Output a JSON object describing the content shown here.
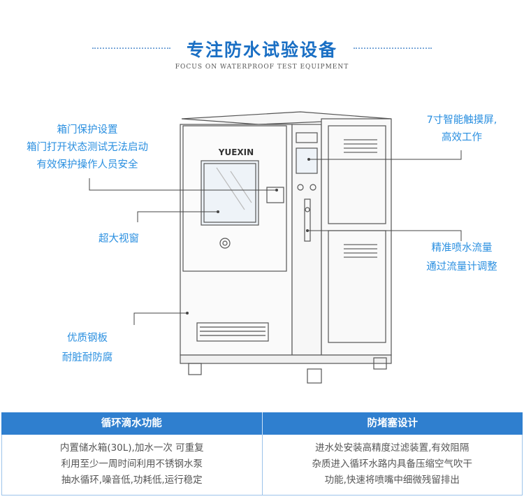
{
  "header": {
    "title": "专注防水试验设备",
    "subtitle": "FOCUS ON WATERPROOF TEST EQUIPMENT"
  },
  "machine": {
    "brand": "YUEXIN"
  },
  "callouts": {
    "door_protection": [
      "箱门保护设置",
      "箱门打开状态测试无法启动",
      "有效保护操作人员安全"
    ],
    "window": [
      "超大视窗"
    ],
    "steel": [
      "优质钢板",
      "耐脏耐防腐"
    ],
    "touchscreen": [
      "7寸智能触摸屏,",
      "高效工作"
    ],
    "flow": [
      "精准喷水流量",
      "通过流量计调整"
    ]
  },
  "table": {
    "headers": [
      "循环滴水功能",
      "防堵塞设计"
    ],
    "left_lines": [
      "内置储水箱(30L),加水一次 可重复",
      "利用至少一周时间利用不锈钢水泵",
      "抽水循环,噪音低,功耗低,运行稳定"
    ],
    "right_lines": [
      "进水处安装高精度过滤装置,有效阻隔",
      "杂质进入循环水路内具备压缩空气吹干",
      "功能,快速将喷嘴中细微残留排出"
    ]
  },
  "colors": {
    "accent": "#1a6fc4",
    "callout": "#2a8fe0",
    "table_header": "#2f7fcf"
  }
}
